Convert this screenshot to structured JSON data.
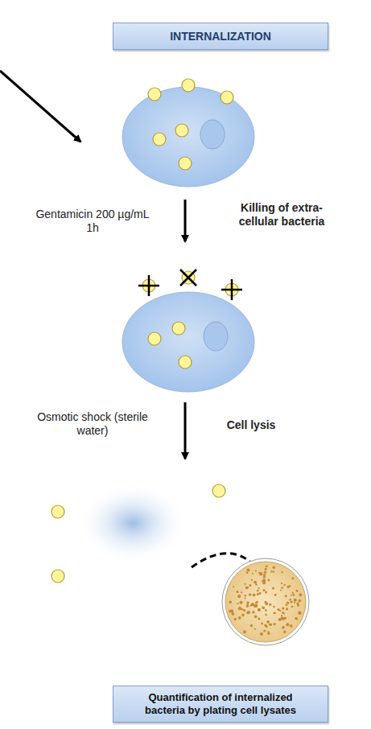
{
  "diagram": {
    "nodes": [
      {
        "text": [
          "INTERNALIZATION"
        ]
      },
      {
        "text": [
          "Quantification of internalized bacteria by plating cell lysates"
        ]
      }
    ],
    "labels": [
      "Gentamicin 200 µg/mL 1h",
      "Killing of extra-cellular bacteria",
      "Osmotic shock (sterile water)",
      "Cell lysis"
    ]
  }
}
